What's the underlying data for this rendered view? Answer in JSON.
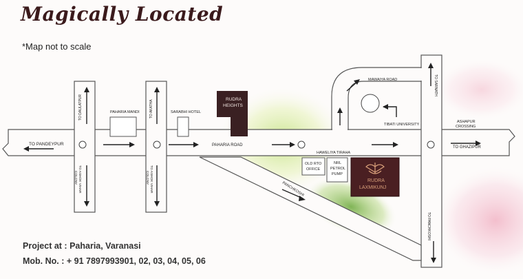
{
  "header": {
    "title": "Magically Located",
    "note": "*Map not to scale"
  },
  "labels": {
    "to_pandeypur": "TO PANDEYPUR",
    "to_daulatpur": "TO DAULATPUR",
    "paharia_mandi": "PAHARIA MANDI",
    "to_akatha": "TO AKATHA",
    "sarabhi_hotel": "SARABHI HOTEL",
    "rudra_heights_line1": "RUDRA",
    "rudra_heights_line2": "HEIGHTS",
    "paharia_road": "PAHARIA ROAD",
    "mawaiya_road": "MAWAIYA ROAD",
    "tibati_university": "TIBATI UNIVERSITY",
    "to_sarnath": "TO SARNATH",
    "ashapur_line1": "ASHAPUR",
    "ashapur_line2": "CROSSING",
    "haweliya_tiraha": "HAWELIYA TIRAHA",
    "to_ghazipur": "TO GHAZIPUR",
    "old_rto_line1": "OLD RTO",
    "old_rto_line2": "OFFICE",
    "nrl_line1": "NRL",
    "nrl_line2": "PETROL",
    "nrl_line3": "PUMP",
    "rudra_laxmikunj_line1": "RUDRA",
    "rudra_laxmikunj_line2": "LAXMIKUNJ",
    "panchkoshi_1": "PANCHKOSHI",
    "panchkoshi_2": "TO PANCHKOSHI",
    "ashok_vihar_1a": "TO ASHOK VIHAR",
    "ashok_vihar_1b": "COLONY",
    "ashok_vihar_2a": "TO ASHOK VIHAR",
    "ashok_vihar_2b": "COLONY"
  },
  "footer": {
    "project": "Project at : Paharia, Varanasi",
    "mobile": "Mob. No. : + 91 7897993901, 02, 03, 04, 05, 06"
  },
  "colors": {
    "road_outline": "#555555",
    "brand_dark": "#3a1a1c",
    "rudra_heights_fill": "#3a2022",
    "laxmikunj_fill": "#4a1f22",
    "accent_gold": "#d9a07a"
  }
}
